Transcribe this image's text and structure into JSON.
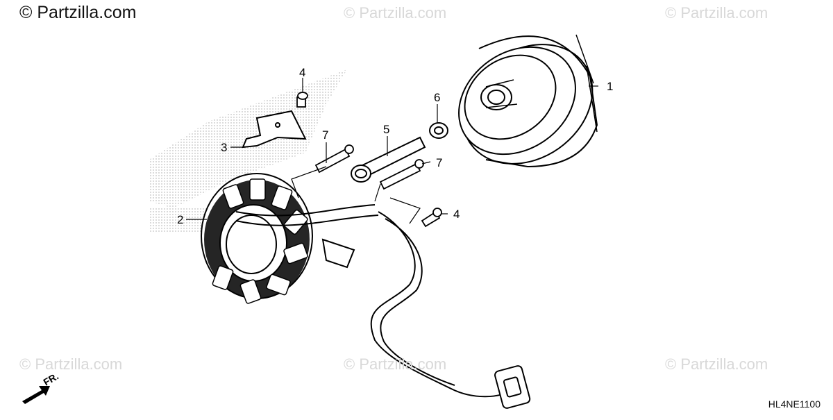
{
  "header": {
    "brand": "© Partzilla.com"
  },
  "watermarks": [
    "© Partzilla.com",
    "© Partzilla.com",
    "© Partzilla.com",
    "© Partzilla.com",
    "© Partzilla.com",
    "© Partzilla.com"
  ],
  "diagram_code": "HL4NE1100",
  "direction_label": "FR.",
  "callouts": [
    "1",
    "2",
    "3",
    "4",
    "4",
    "5",
    "6",
    "7",
    "7"
  ]
}
